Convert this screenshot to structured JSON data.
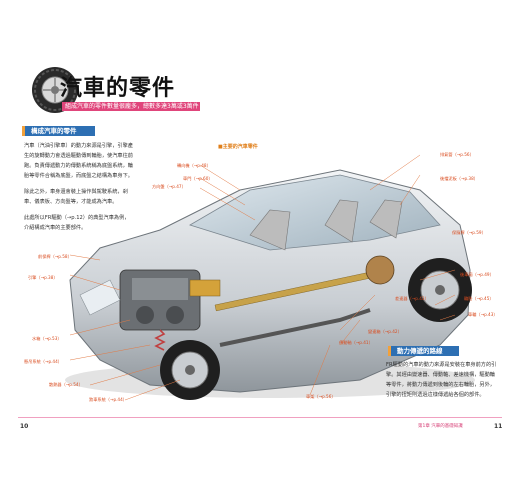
{
  "header": {
    "title": "汽車的零件",
    "subtitle": "組成汽車的零件數量很龐多，總數多達3萬或3萬件"
  },
  "section_left": {
    "heading": "構成汽車的零件",
    "paragraph_1": "汽車（汽油引擎車）的動力來源是引擎，引擎產生的旋轉動力會透過驅動傳到輪胎，使汽車往前跑。負責傳遞動力的傳動系統稱為底盤系統，輪胎等零件合稱為底盤，而底盤之結構為車身下。",
    "paragraph_2": "除此之外，車身還會裝上操作與駕駛系統，剎車、儀表板、方向盤等，才能成為汽車。",
    "paragraph_3": "此處所以FR驅動（→p.12）的典型汽車為例，介紹構成汽車的主要部件。"
  },
  "figure": {
    "label": "■主要的汽車零件"
  },
  "callouts": {
    "c1": "轉向機（→p.48）",
    "c2": "車門（→p.60）",
    "c3": "方向盤（→p.47）",
    "c4": "前保桿（→p.58）",
    "c5": "引擎（→p.38）",
    "c6": "水箱（→p.53）",
    "c7": "懸吊系統（→p.44）",
    "c8": "散熱器（→p.54）",
    "c9": "煞車系統（→p.44）",
    "c10": "變速箱（→p.42）",
    "c11": "傳動軸（→p.41）",
    "c12": "車架（→p.56）",
    "c13": "排氣管（→p.56）",
    "c14": "後擋泥板（→p.38）",
    "c15": "後車廂（→p.49）",
    "c16": "輪胎（→p.45）",
    "c17": "車輪（→p.43）",
    "c18": "保險桿（→p.59）",
    "c19": "差速器（→p.43）"
  },
  "section_right": {
    "heading": "動力傳遞的路線",
    "paragraph": "FR驅動的汽車的動力來源是安裝在車身前方的引擎。其經由變速器、傳動軸、差速機構，驅動輪等零件，將動力傳遞到後輪的左右輪胎，另外，引擎的扭矩則透過這樣傳遞給各個的部件。"
  },
  "footer": {
    "page_left": "10",
    "page_right": "11",
    "chapter_text": "第1章 汽車的基礎知識"
  }
}
